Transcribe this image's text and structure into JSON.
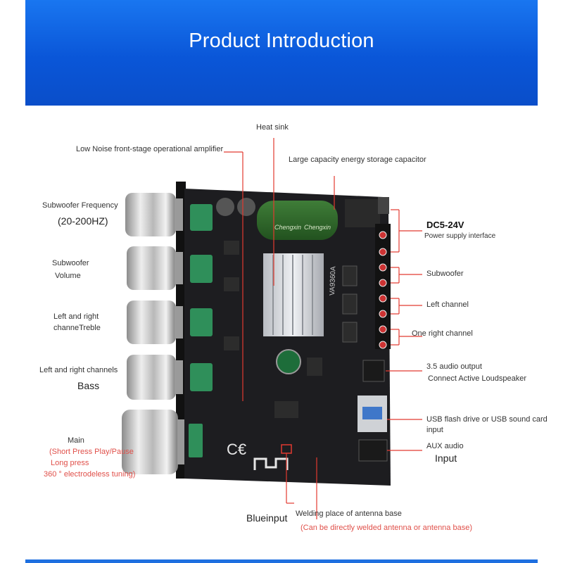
{
  "header": {
    "title": "Product Introduction"
  },
  "labels": {
    "heat_sink": "Heat sink",
    "low_noise": "Low Noise front-stage operational amplifier",
    "capacitor": "Large capacity energy storage capacitor",
    "sub_freq": "Subwoofer Frequency",
    "sub_freq_range": "(20-200HZ)",
    "sub_vol_1": "Subwoofer",
    "sub_vol_2": "Volume",
    "treble_1": "Left and right",
    "treble_2": "channeTreble",
    "bass_1": "Left and right channels",
    "bass_2": "Bass",
    "main_1": "Main",
    "main_2": "(Short Press Play/Pause",
    "main_3": "Long press",
    "main_4": "360 ° electrodeless tuning)",
    "dc": "DC5-24V",
    "power": "Power supply interface",
    "subwoofer": "Subwoofer",
    "left": "Left channel",
    "right": "One right channel",
    "audio_out_1": "3.5 audio output",
    "audio_out_2": "Connect Active Loudspeaker",
    "usb_1": "USB flash drive or USB sound card",
    "usb_2": "input",
    "aux_1": "AUX audio",
    "aux_2": "Input",
    "blue": "Blueinput",
    "antenna": "Welding place of antenna base",
    "antenna_note": "(Can be directly welded antenna or antenna base)",
    "cap_brand": "Chengxin",
    "chip": "VA9360A"
  },
  "colors": {
    "banner": "#0a56d8",
    "pcb": "#1c1c1e",
    "leader": "#e23a30",
    "knob": "#c9c9c9",
    "cap": "#2f6a2c",
    "pot": "#2e8b57"
  }
}
